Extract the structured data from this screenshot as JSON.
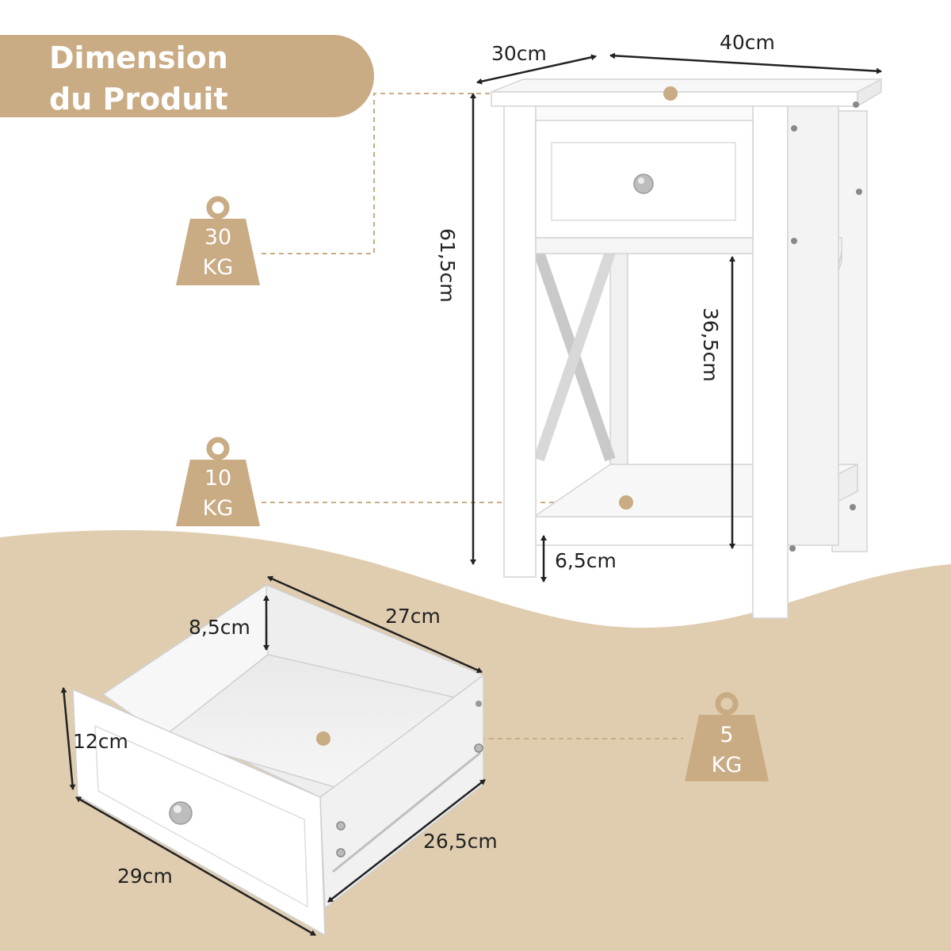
{
  "title": {
    "line1": "Dimension",
    "line2": "du Produit"
  },
  "dimensions": {
    "depth": "30cm",
    "width": "40cm",
    "height": "61,5cm",
    "shelf_clearance": "36,5cm",
    "leg_height": "6,5cm",
    "drawer_inner_height": "8,5cm",
    "drawer_inner_width": "27cm",
    "drawer_front_height": "12cm",
    "drawer_depth": "26,5cm",
    "drawer_front_width": "29cm"
  },
  "loads": {
    "top": {
      "value": "30",
      "unit": "KG"
    },
    "shelf": {
      "value": "10",
      "unit": "KG"
    },
    "drawer": {
      "value": "5",
      "unit": "KG"
    }
  },
  "colors": {
    "accent": "#c9ab84",
    "background_band": "#e0cdb0",
    "furniture": "#ffffff",
    "outline": "#d6d6d6",
    "text": "#222222"
  }
}
